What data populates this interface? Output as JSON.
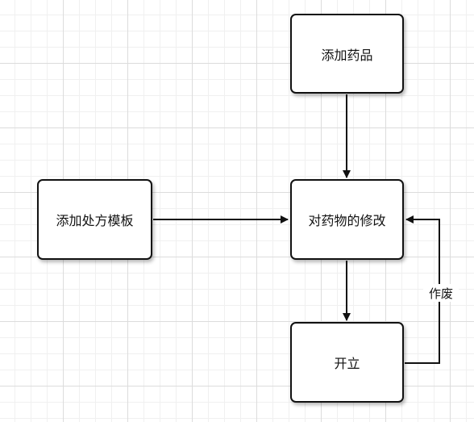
{
  "nodes": {
    "add_drug": "添加药品",
    "modify_drug": "对药物的修改",
    "add_template": "添加处方模板",
    "prescribe": "开立"
  },
  "edges": {
    "void_label": "作废"
  },
  "colors": {
    "stroke": "#111111",
    "node_fill": "#ffffff",
    "grid": "#dcdcdc"
  }
}
